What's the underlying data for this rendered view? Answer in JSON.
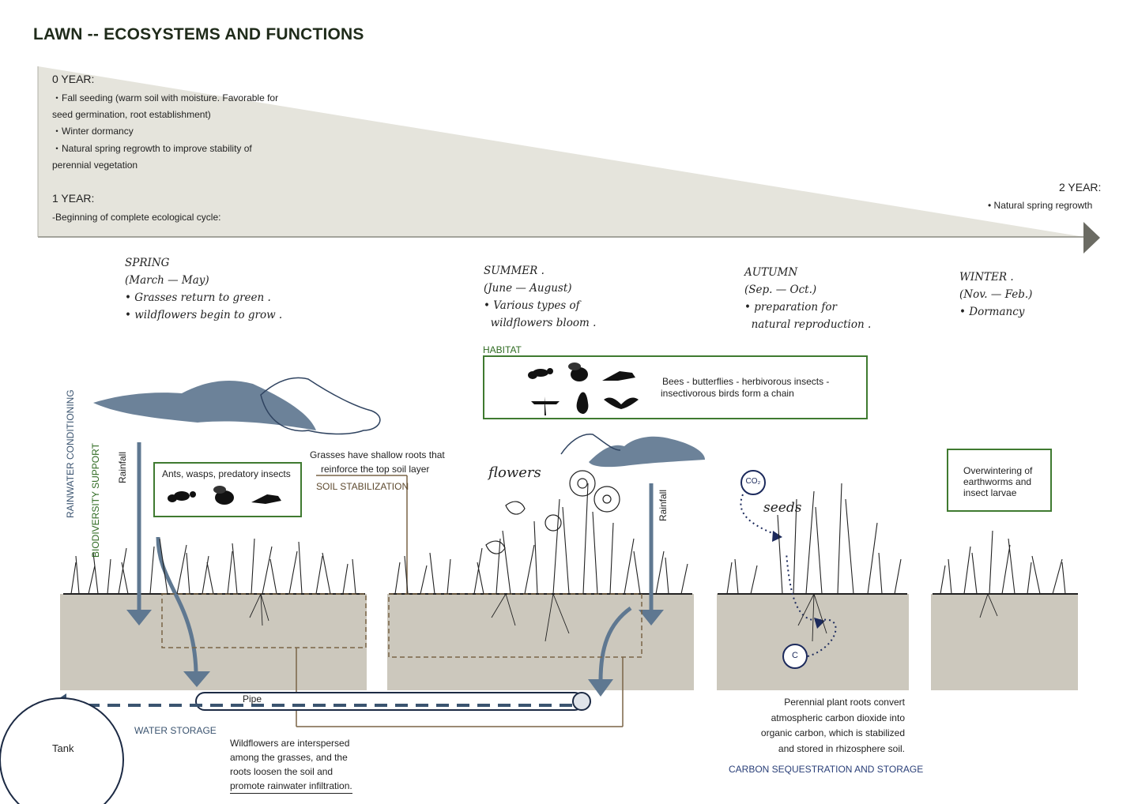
{
  "title": "LAWN -- ECOSYSTEMS AND FUNCTIONS",
  "timeline": {
    "year0": {
      "label": "0 YEAR:",
      "items": [
        "・Fall seeding (warm soil with moisture. Favorable for",
        "seed germination, root establishment)",
        "・Winter dormancy",
        "・Natural spring regrowth to improve stability of",
        "perennial vegetation"
      ]
    },
    "year1": {
      "label": "1 YEAR:",
      "note": "-Beginning of complete ecological cycle:"
    },
    "year2": {
      "label": "2 YEAR:",
      "note": "• Natural spring regrowth"
    }
  },
  "seasons": {
    "spring": {
      "lines": [
        "SPRING",
        "(March — May)",
        "• Grasses return to green .",
        "• wildflowers begin to grow ."
      ]
    },
    "summer": {
      "lines": [
        "SUMMER .",
        "(June — August)",
        "• Various types of",
        "  wildflowers bloom ."
      ]
    },
    "autumn": {
      "lines": [
        "AUTUMN",
        "(Sep. — Oct.)",
        "• preparation for",
        "  natural reproduction ."
      ]
    },
    "winter": {
      "lines": [
        "WINTER .",
        "(Nov. — Feb.)",
        "• Dormancy"
      ]
    }
  },
  "habitat": {
    "label": "HABITAT",
    "text_line1": "Bees - butterflies - herbivorous insects -",
    "text_line2": "insectivorous birds form a chain"
  },
  "side_labels": {
    "rainwater": "RAINWATER CONDITIONING",
    "biodiversity": "BIODIVERSITY SUPPORT"
  },
  "rainfall": "Rainfall",
  "insects_box": "Ants, wasps, predatory insects",
  "soil": {
    "desc_line1": "Grasses have shallow roots that",
    "desc_line2": "reinforce the top soil layer",
    "label": "SOIL STABILIZATION"
  },
  "flowers_note": "flowers",
  "seeds_note": "seeds",
  "co2": "CO₂",
  "carbon_symbol": "C",
  "overwinter": {
    "line1": "Overwintering of",
    "line2": "earthworms and",
    "line3": "insect larvae"
  },
  "pipe": "Pipe",
  "tank": "Tank",
  "water_storage": "WATER STORAGE",
  "wildflowers_text": [
    "Wildflowers are interspersed",
    "among the grasses, and the",
    "roots loosen the soil and",
    "promote rainwater infiltration."
  ],
  "carbon_text": [
    "Perennial plant roots convert",
    "atmospheric carbon dioxide into",
    "organic carbon, which is stabilized",
    "and stored in rhizosphere soil."
  ],
  "carbon_label": "CARBON SEQUESTRATION AND STORAGE",
  "colors": {
    "timeline_fill": "#e5e4dc",
    "soil": "#ccc8bd",
    "cloud": "#6c8299",
    "arrow_blue": "#5f7891",
    "green": "#3f7a30",
    "navy": "#2a3f78",
    "brown": "#7a6446"
  }
}
